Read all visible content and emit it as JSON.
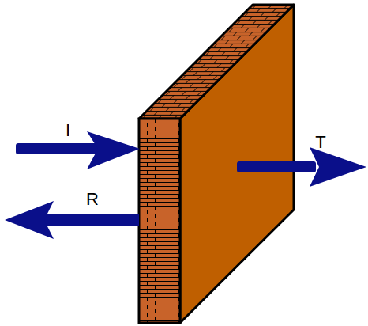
{
  "diagram": {
    "labels": [
      "I",
      "R",
      "T"
    ]
  }
}
